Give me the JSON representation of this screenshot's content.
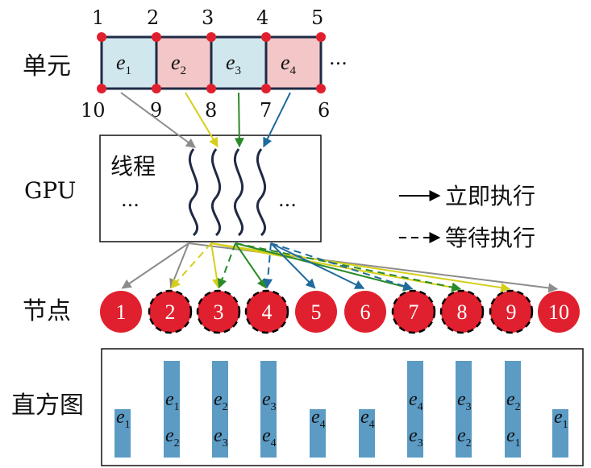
{
  "labels": {
    "elements": "单元",
    "gpu": "GPU",
    "threads": "线程",
    "ellipsis": "…",
    "ellipsis_dots": "...",
    "nodes": "节点",
    "histogram": "直方图"
  },
  "legend": {
    "immediate": "立即执行",
    "waiting": "等待执行"
  },
  "elements": [
    {
      "sym": "e",
      "sub": "1",
      "color": "#cfe7ed"
    },
    {
      "sym": "e",
      "sub": "2",
      "color": "#f3c6c8"
    },
    {
      "sym": "e",
      "sub": "3",
      "color": "#cfe7ed"
    },
    {
      "sym": "e",
      "sub": "4",
      "color": "#f3c6c8"
    }
  ],
  "top_numbers": [
    "1",
    "2",
    "3",
    "4",
    "5"
  ],
  "bottom_numbers": [
    "10",
    "9",
    "8",
    "7",
    "6"
  ],
  "nodes": [
    {
      "label": "1",
      "dashed": false
    },
    {
      "label": "2",
      "dashed": true
    },
    {
      "label": "3",
      "dashed": true
    },
    {
      "label": "4",
      "dashed": true
    },
    {
      "label": "5",
      "dashed": false
    },
    {
      "label": "6",
      "dashed": false
    },
    {
      "label": "7",
      "dashed": true
    },
    {
      "label": "8",
      "dashed": true
    },
    {
      "label": "9",
      "dashed": true
    },
    {
      "label": "10",
      "dashed": false
    }
  ],
  "histogram": [
    {
      "count": 1,
      "entries": [
        {
          "sym": "e",
          "sub": "1"
        }
      ]
    },
    {
      "count": 2,
      "entries": [
        {
          "sym": "e",
          "sub": "1"
        },
        {
          "sym": "e",
          "sub": "2"
        }
      ]
    },
    {
      "count": 2,
      "entries": [
        {
          "sym": "e",
          "sub": "2"
        },
        {
          "sym": "e",
          "sub": "3"
        }
      ]
    },
    {
      "count": 2,
      "entries": [
        {
          "sym": "e",
          "sub": "3"
        },
        {
          "sym": "e",
          "sub": "4"
        }
      ]
    },
    {
      "count": 1,
      "entries": [
        {
          "sym": "e",
          "sub": "4"
        }
      ]
    },
    {
      "count": 1,
      "entries": [
        {
          "sym": "e",
          "sub": "4"
        }
      ]
    },
    {
      "count": 2,
      "entries": [
        {
          "sym": "e",
          "sub": "4"
        },
        {
          "sym": "e",
          "sub": "3"
        }
      ]
    },
    {
      "count": 2,
      "entries": [
        {
          "sym": "e",
          "sub": "3"
        },
        {
          "sym": "e",
          "sub": "2"
        }
      ]
    },
    {
      "count": 2,
      "entries": [
        {
          "sym": "e",
          "sub": "2"
        },
        {
          "sym": "e",
          "sub": "1"
        }
      ]
    },
    {
      "count": 1,
      "entries": [
        {
          "sym": "e",
          "sub": "1"
        }
      ]
    }
  ],
  "colors": {
    "node_red": "#e0202e",
    "bar_blue": "#5b9bc4",
    "grid_line": "#1f2a44",
    "thread_line": "#1f2a44",
    "arrow_gray": "#8c8c8c",
    "arrow_yellow": "#d6cf1a",
    "arrow_green": "#2a8a2a",
    "arrow_blue": "#1f6a9e"
  }
}
